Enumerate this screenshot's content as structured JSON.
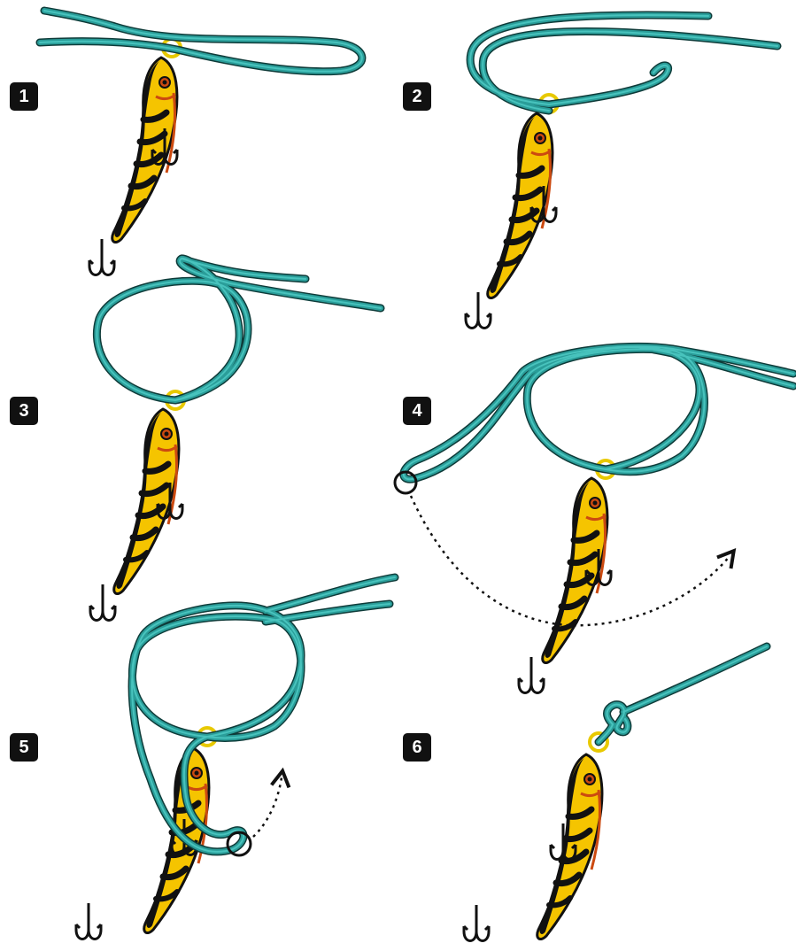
{
  "steps": [
    {
      "number": "1"
    },
    {
      "number": "2"
    },
    {
      "number": "3"
    },
    {
      "number": "4"
    },
    {
      "number": "5"
    },
    {
      "number": "6"
    }
  ],
  "colors": {
    "line": "#2a9d99",
    "line_highlight": "#48c3bd",
    "line_outline": "#0e3b39",
    "lure_body": "#f5c400",
    "lure_stripe": "#111111",
    "lure_belly": "#cc4a10",
    "ring": "#e8c900",
    "hook": "#111111",
    "badge_bg": "#111111",
    "badge_text": "#ffffff"
  },
  "icons": {
    "lure": "fishing-lure-icon",
    "hook": "treble-hook-icon",
    "ring": "split-ring-icon",
    "marker": "circle-marker-icon",
    "motion": "dotted-arrow-icon"
  }
}
